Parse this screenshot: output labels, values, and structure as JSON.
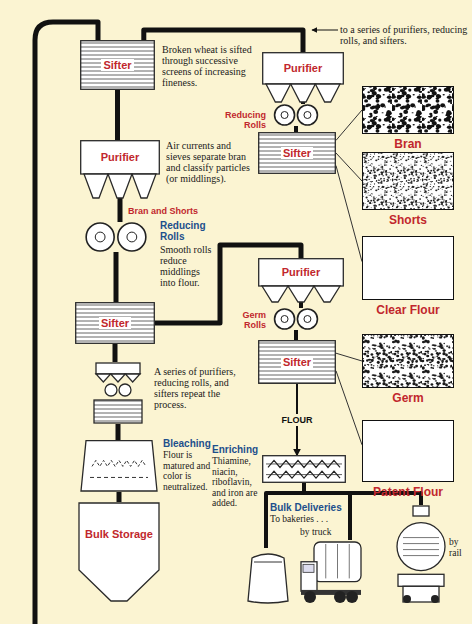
{
  "diagram": {
    "nodes": [
      {
        "text": [
          "Sifter",
          "Broken wheat is sifted through successive screens of increasing fineness."
        ]
      },
      {
        "text": [
          "Purifier"
        ]
      },
      {
        "text": [
          "Reducing Rolls"
        ]
      },
      {
        "text": [
          "Sifter"
        ]
      },
      {
        "text": [
          "Bran"
        ]
      },
      {
        "text": [
          "Shorts"
        ]
      },
      {
        "text": [
          "Clear Flour"
        ]
      },
      {
        "text": [
          "Germ"
        ]
      },
      {
        "text": [
          "Patent Flour"
        ]
      },
      {
        "text": [
          "Purifier",
          "Air currents and sieves separate bran and classify particles (or middlings)."
        ]
      },
      {
        "text": [
          "Reducing Rolls",
          "Smooth rolls reduce middlings into flour."
        ]
      },
      {
        "text": [
          "Sifter"
        ]
      },
      {
        "text": [
          "Purifier"
        ]
      },
      {
        "text": [
          "Germ Rolls"
        ]
      },
      {
        "text": [
          "Sifter"
        ]
      },
      {
        "text": [
          "A series of purifiers, reducing rolls, and sifters repeat the process."
        ]
      },
      {
        "text": [
          "Bleaching",
          "Flour is matured and color is neutralized."
        ]
      },
      {
        "text": [
          "Bulk Storage"
        ]
      },
      {
        "text": [
          "Enriching",
          "Thiamine, niacin, riboflavin, and iron are added."
        ]
      },
      {
        "text": [
          "Bulk Deliveries",
          "To bakeries . . ."
        ]
      },
      {
        "text": [
          "by truck"
        ]
      },
      {
        "text": [
          "by rail"
        ]
      }
    ],
    "edges": [
      {
        "from": 0,
        "to": 1,
        "arrow": "none"
      },
      {
        "from": 1,
        "to": 2,
        "arrow": "none"
      },
      {
        "from": 2,
        "to": 3,
        "arrow": "none"
      },
      {
        "from": 3,
        "to": 4,
        "arrow": "none"
      },
      {
        "from": 3,
        "to": 5,
        "arrow": "none"
      },
      {
        "from": 3,
        "to": 6,
        "arrow": "none"
      },
      {
        "from": 0,
        "to": 9,
        "arrow": "none"
      },
      {
        "from": 9,
        "to": 10,
        "arrow": "none"
      },
      {
        "from": 10,
        "to": 11,
        "arrow": "none"
      },
      {
        "from": 11,
        "to": 12,
        "arrow": "none"
      },
      {
        "from": 12,
        "to": 13,
        "arrow": "none"
      },
      {
        "from": 13,
        "to": 14,
        "arrow": "none"
      },
      {
        "from": 14,
        "to": 7,
        "arrow": "none"
      },
      {
        "from": 14,
        "to": 8,
        "arrow": "none"
      },
      {
        "from": 14,
        "to": 18,
        "label": "FLOUR",
        "arrow": "to"
      },
      {
        "from": 11,
        "to": 15,
        "arrow": "none"
      },
      {
        "from": 15,
        "to": 16,
        "arrow": "none"
      },
      {
        "from": 16,
        "to": 17,
        "arrow": "none"
      },
      {
        "from": 18,
        "to": 19,
        "arrow": "none"
      },
      {
        "from": 18,
        "to": 20,
        "arrow": "none"
      },
      {
        "from": 18,
        "to": 21,
        "arrow": "none"
      }
    ],
    "labels": [
      "to a series of purifiers, reducing rolls, and sifters.",
      "Bran and Shorts"
    ]
  }
}
